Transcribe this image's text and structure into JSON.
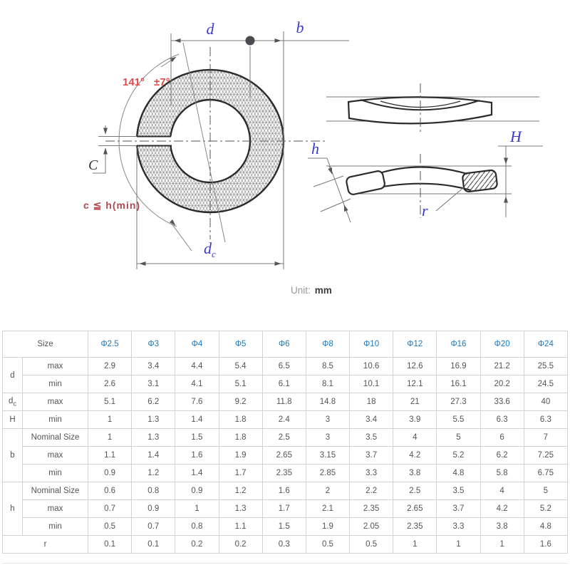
{
  "drawing": {
    "front_view": {
      "dim_d": "d",
      "dim_b": "b",
      "dim_dc_base": "d",
      "dim_dc_sub": "c",
      "gap_label": "C",
      "angle_value": "141°",
      "angle_tolerance": "±7°",
      "clearance_note": "c ≦ h(min)"
    },
    "side_view": {
      "dim_h": "h",
      "dim_H": "H",
      "dim_r": "r"
    },
    "unit_label": "Unit:",
    "unit_value": "mm",
    "colors": {
      "dim_label_blue": "#3a3ad0",
      "angle_red": "#e14b4b",
      "note_red": "#b04a50",
      "gap_label_dark": "#333333"
    }
  },
  "table": {
    "size_header": "Size",
    "header_blue": "#1b78be",
    "columns": [
      "Φ2.5",
      "Φ3",
      "Φ4",
      "Φ5",
      "Φ6",
      "Φ8",
      "Φ10",
      "Φ12",
      "Φ16",
      "Φ20",
      "Φ24"
    ],
    "rows": [
      {
        "group": "d",
        "rowspan": 2,
        "label": "max",
        "values": [
          "2.9",
          "3.4",
          "4.4",
          "5.4",
          "6.5",
          "8.5",
          "10.6",
          "12.6",
          "16.9",
          "21.2",
          "25.5"
        ]
      },
      {
        "label": "min",
        "values": [
          "2.6",
          "3.1",
          "4.1",
          "5.1",
          "6.1",
          "8.1",
          "10.1",
          "12.1",
          "16.1",
          "20.2",
          "24.5"
        ]
      },
      {
        "group": "d",
        "group_sub": "c",
        "rowspan": 1,
        "label": "max",
        "values": [
          "5.1",
          "6.2",
          "7.6",
          "9.2",
          "11.8",
          "14.8",
          "18",
          "21",
          "27.3",
          "33.6",
          "40"
        ]
      },
      {
        "group": "H",
        "rowspan": 1,
        "label": "min",
        "values": [
          "1",
          "1.3",
          "1.4",
          "1.8",
          "2.4",
          "3",
          "3.4",
          "3.9",
          "5.5",
          "6.3",
          "6.3"
        ]
      },
      {
        "group": "b",
        "rowspan": 3,
        "label": "Nominal Size",
        "values": [
          "1",
          "1.3",
          "1.5",
          "1.8",
          "2.5",
          "3",
          "3.5",
          "4",
          "5",
          "6",
          "7"
        ]
      },
      {
        "label": "max",
        "values": [
          "1.1",
          "1.4",
          "1.6",
          "1.9",
          "2.65",
          "3.15",
          "3.7",
          "4.2",
          "5.2",
          "6.2",
          "7.25"
        ]
      },
      {
        "label": "min",
        "values": [
          "0.9",
          "1.2",
          "1.4",
          "1.7",
          "2.35",
          "2.85",
          "3.3",
          "3.8",
          "4.8",
          "5.8",
          "6.75"
        ]
      },
      {
        "group": "h",
        "rowspan": 3,
        "label": "Nominal Size",
        "values": [
          "0.6",
          "0.8",
          "0.9",
          "1.2",
          "1.6",
          "2",
          "2.2",
          "2.5",
          "3.5",
          "4",
          "5"
        ]
      },
      {
        "label": "max",
        "values": [
          "0.7",
          "0.9",
          "1",
          "1.3",
          "1.7",
          "2.1",
          "2.35",
          "2.65",
          "3.7",
          "4.2",
          "5.2"
        ]
      },
      {
        "label": "min",
        "values": [
          "0.5",
          "0.7",
          "0.8",
          "1.1",
          "1.5",
          "1.9",
          "2.05",
          "2.35",
          "3.3",
          "3.8",
          "4.8"
        ]
      },
      {
        "group": "r",
        "rowspan": 1,
        "group_colspan": 2,
        "values": [
          "0.1",
          "0.1",
          "0.2",
          "0.2",
          "0.3",
          "0.5",
          "0.5",
          "1",
          "1",
          "1",
          "1.6"
        ]
      }
    ]
  }
}
